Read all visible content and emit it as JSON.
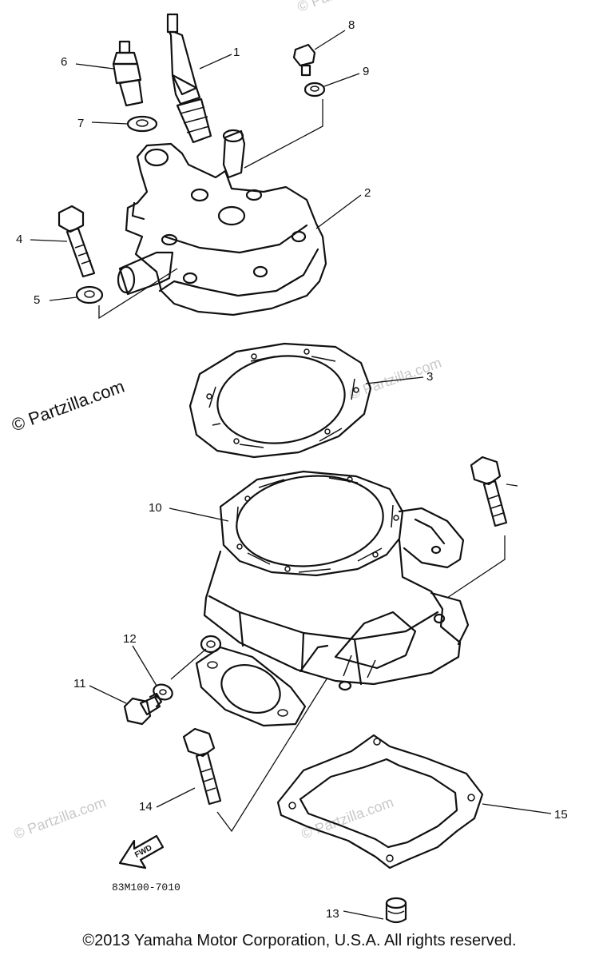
{
  "watermarks": {
    "main": "© Partzilla.com",
    "faint": "© Partzilla.com"
  },
  "part_code": "83M100-7010",
  "fwd_label": "FWD",
  "copyright": "©2013 Yamaha Motor Corporation, U.S.A. All rights reserved.",
  "callouts": [
    "1",
    "2",
    "3",
    "4",
    "5",
    "6",
    "7",
    "8",
    "9",
    "10",
    "11",
    "12",
    "13",
    "14",
    "15"
  ]
}
